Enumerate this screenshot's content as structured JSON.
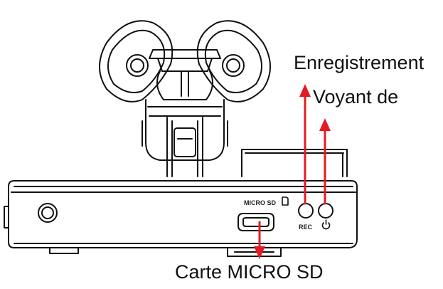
{
  "labels": {
    "recording": "Enregistrement",
    "indicator": "Voyant de",
    "sd_card": "Carte MICRO SD"
  },
  "device": {
    "slot_label": "MICRO SD",
    "rec_button_label": "REC"
  },
  "colors": {
    "arrow": "#e31b23",
    "line": "#111111"
  }
}
